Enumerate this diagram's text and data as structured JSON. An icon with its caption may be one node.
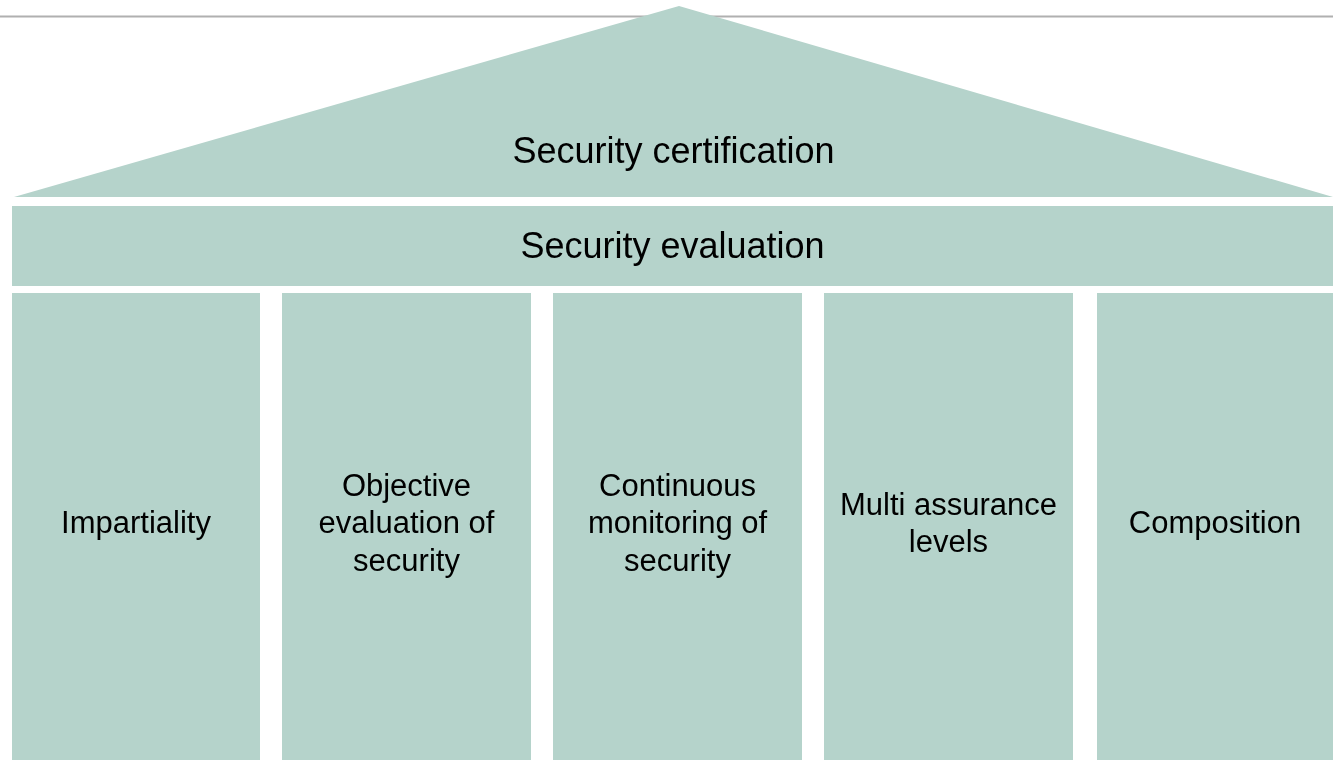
{
  "diagram": {
    "nodes": [
      {
        "text": [
          "Security certification"
        ]
      },
      {
        "text": [
          "Security evaluation"
        ]
      },
      {
        "text": [
          "Impartiality"
        ]
      },
      {
        "text": [
          "Objective evaluation of security"
        ]
      },
      {
        "text": [
          "Continuous monitoring of security"
        ]
      },
      {
        "text": [
          "Multi assurance levels"
        ]
      },
      {
        "text": [
          "Composition"
        ]
      }
    ]
  }
}
